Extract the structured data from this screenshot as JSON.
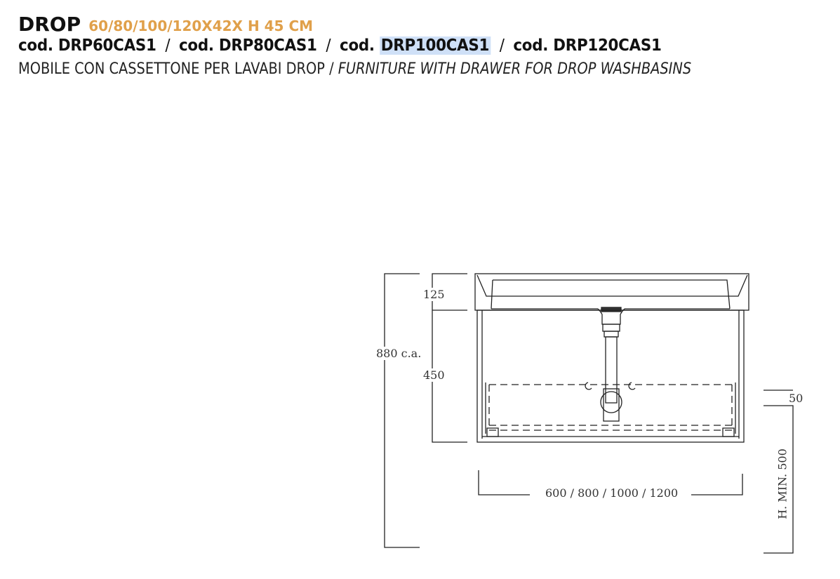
{
  "header": {
    "brand": "DROP",
    "dimensions": "60/80/100/120X42X H 45 CM",
    "codes": [
      {
        "prefix": "cod.",
        "code": "DRP60CAS1"
      },
      {
        "prefix": "cod.",
        "code": "DRP80CAS1"
      },
      {
        "prefix": "cod.",
        "code": "DRP100CAS1",
        "highlighted": true
      },
      {
        "prefix": "cod.",
        "code": "DRP120CAS1"
      }
    ],
    "separator": "/",
    "description_it": "MOBILE CON CASSETTONE PER LAVABI DROP",
    "description_en": "FURNITURE WITH DRAWER FOR DROP WASHBASINS"
  },
  "drawing": {
    "dim_total_height": "880 c.a.",
    "dim_basin_height": "125",
    "dim_cabinet_height": "450",
    "dim_width": "600 / 800 / 1000 / 1200",
    "dim_gap": "50",
    "dim_min_height": "H. MIN. 500"
  },
  "colors": {
    "accent": "#e0a04a",
    "highlight": "#cfe0f7",
    "line": "#222222"
  }
}
